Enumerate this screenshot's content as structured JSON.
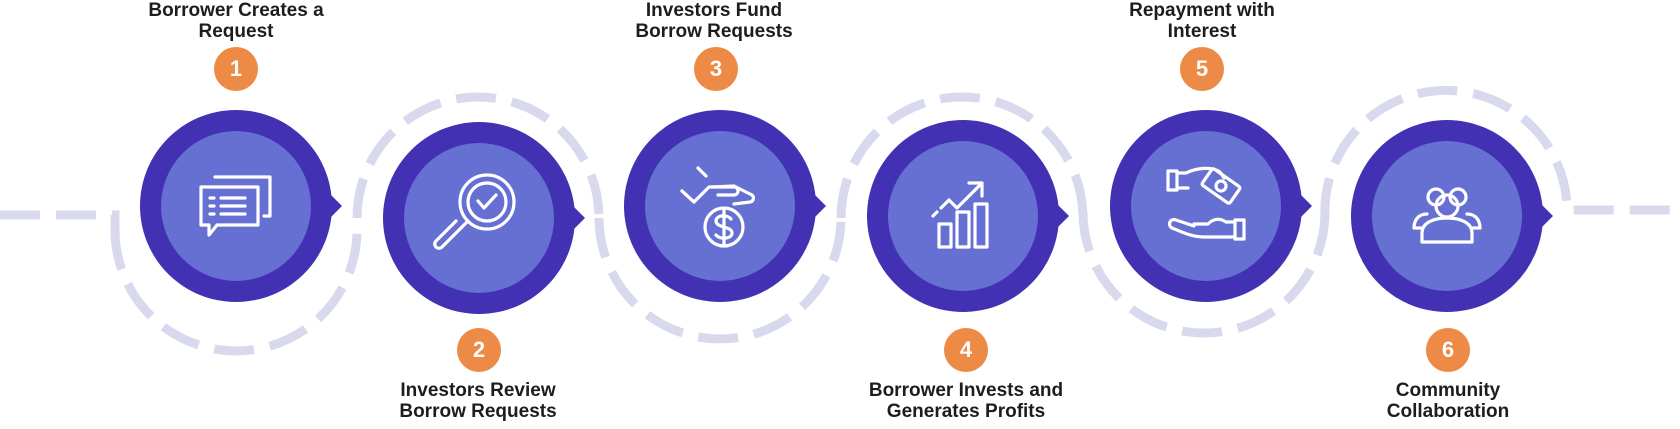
{
  "colors": {
    "track": "#d9d9ee",
    "outer_ring": "#4331b3",
    "inner_disc": "#6670d3",
    "badge": "#ec8a46",
    "icon_stroke": "#ffffff",
    "text": "#1d1d1d"
  },
  "steps": [
    {
      "number": "1",
      "title_line1": "Borrower Creates a",
      "title_line2": "Request",
      "icon": "chat-bubbles-icon"
    },
    {
      "number": "2",
      "title_line1": "Investors Review",
      "title_line2": "Borrow Requests",
      "icon": "magnifier-check-icon"
    },
    {
      "number": "3",
      "title_line1": "Investors Fund",
      "title_line2": "Borrow Requests",
      "icon": "hand-dollar-coin-icon"
    },
    {
      "number": "4",
      "title_line1": "Borrower Invests and",
      "title_line2": "Generates Profits",
      "icon": "bar-chart-growth-icon"
    },
    {
      "number": "5",
      "title_line1": "Repayment with",
      "title_line2": "Interest",
      "icon": "hands-money-exchange-icon"
    },
    {
      "number": "6",
      "title_line1": "Community",
      "title_line2": "Collaboration",
      "icon": "community-group-icon"
    }
  ]
}
